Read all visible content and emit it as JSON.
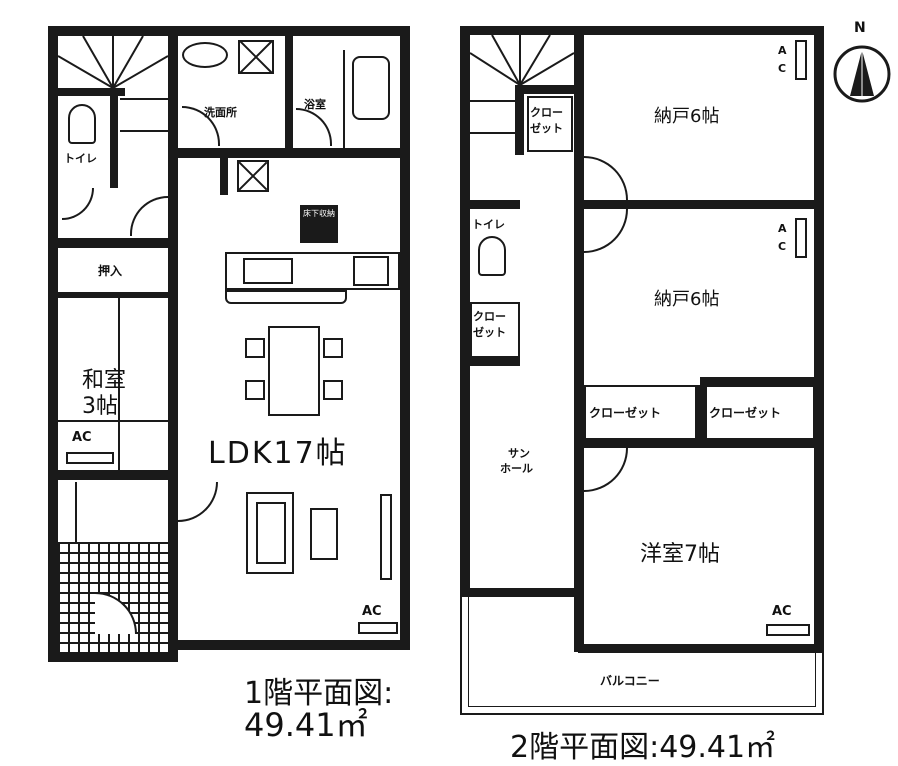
{
  "floor1": {
    "title": "1階平面図:",
    "area": "49.41㎡",
    "rooms": {
      "washroom": "洗面所",
      "bath": "浴室",
      "toilet": "トイレ",
      "closet": "押入",
      "japanese_room": "和室",
      "japanese_size": "3帖",
      "ac": "AC",
      "ldk": "LDK17帖",
      "storage": "床下収納",
      "ac_ldk": "AC"
    }
  },
  "floor2": {
    "title": "2階平面図:49.41㎡",
    "rooms": {
      "storage1": "納戸6帖",
      "storage2": "納戸6帖",
      "closet_a1": "クロー",
      "closet_a2": "ゼット",
      "closet_b1": "クロー",
      "closet_b2": "ゼット",
      "toilet": "トイレ",
      "closet_c": "クローゼット",
      "closet_d": "クローゼット",
      "sunroom1": "サン",
      "sunroom2": "ホール",
      "western_room": "洋室7帖",
      "balcony": "バルコニー",
      "ac1_a": "A",
      "ac1_c": "C",
      "ac2_a": "A",
      "ac2_c": "C",
      "ac3": "AC"
    }
  },
  "compass": {
    "label": "N"
  }
}
